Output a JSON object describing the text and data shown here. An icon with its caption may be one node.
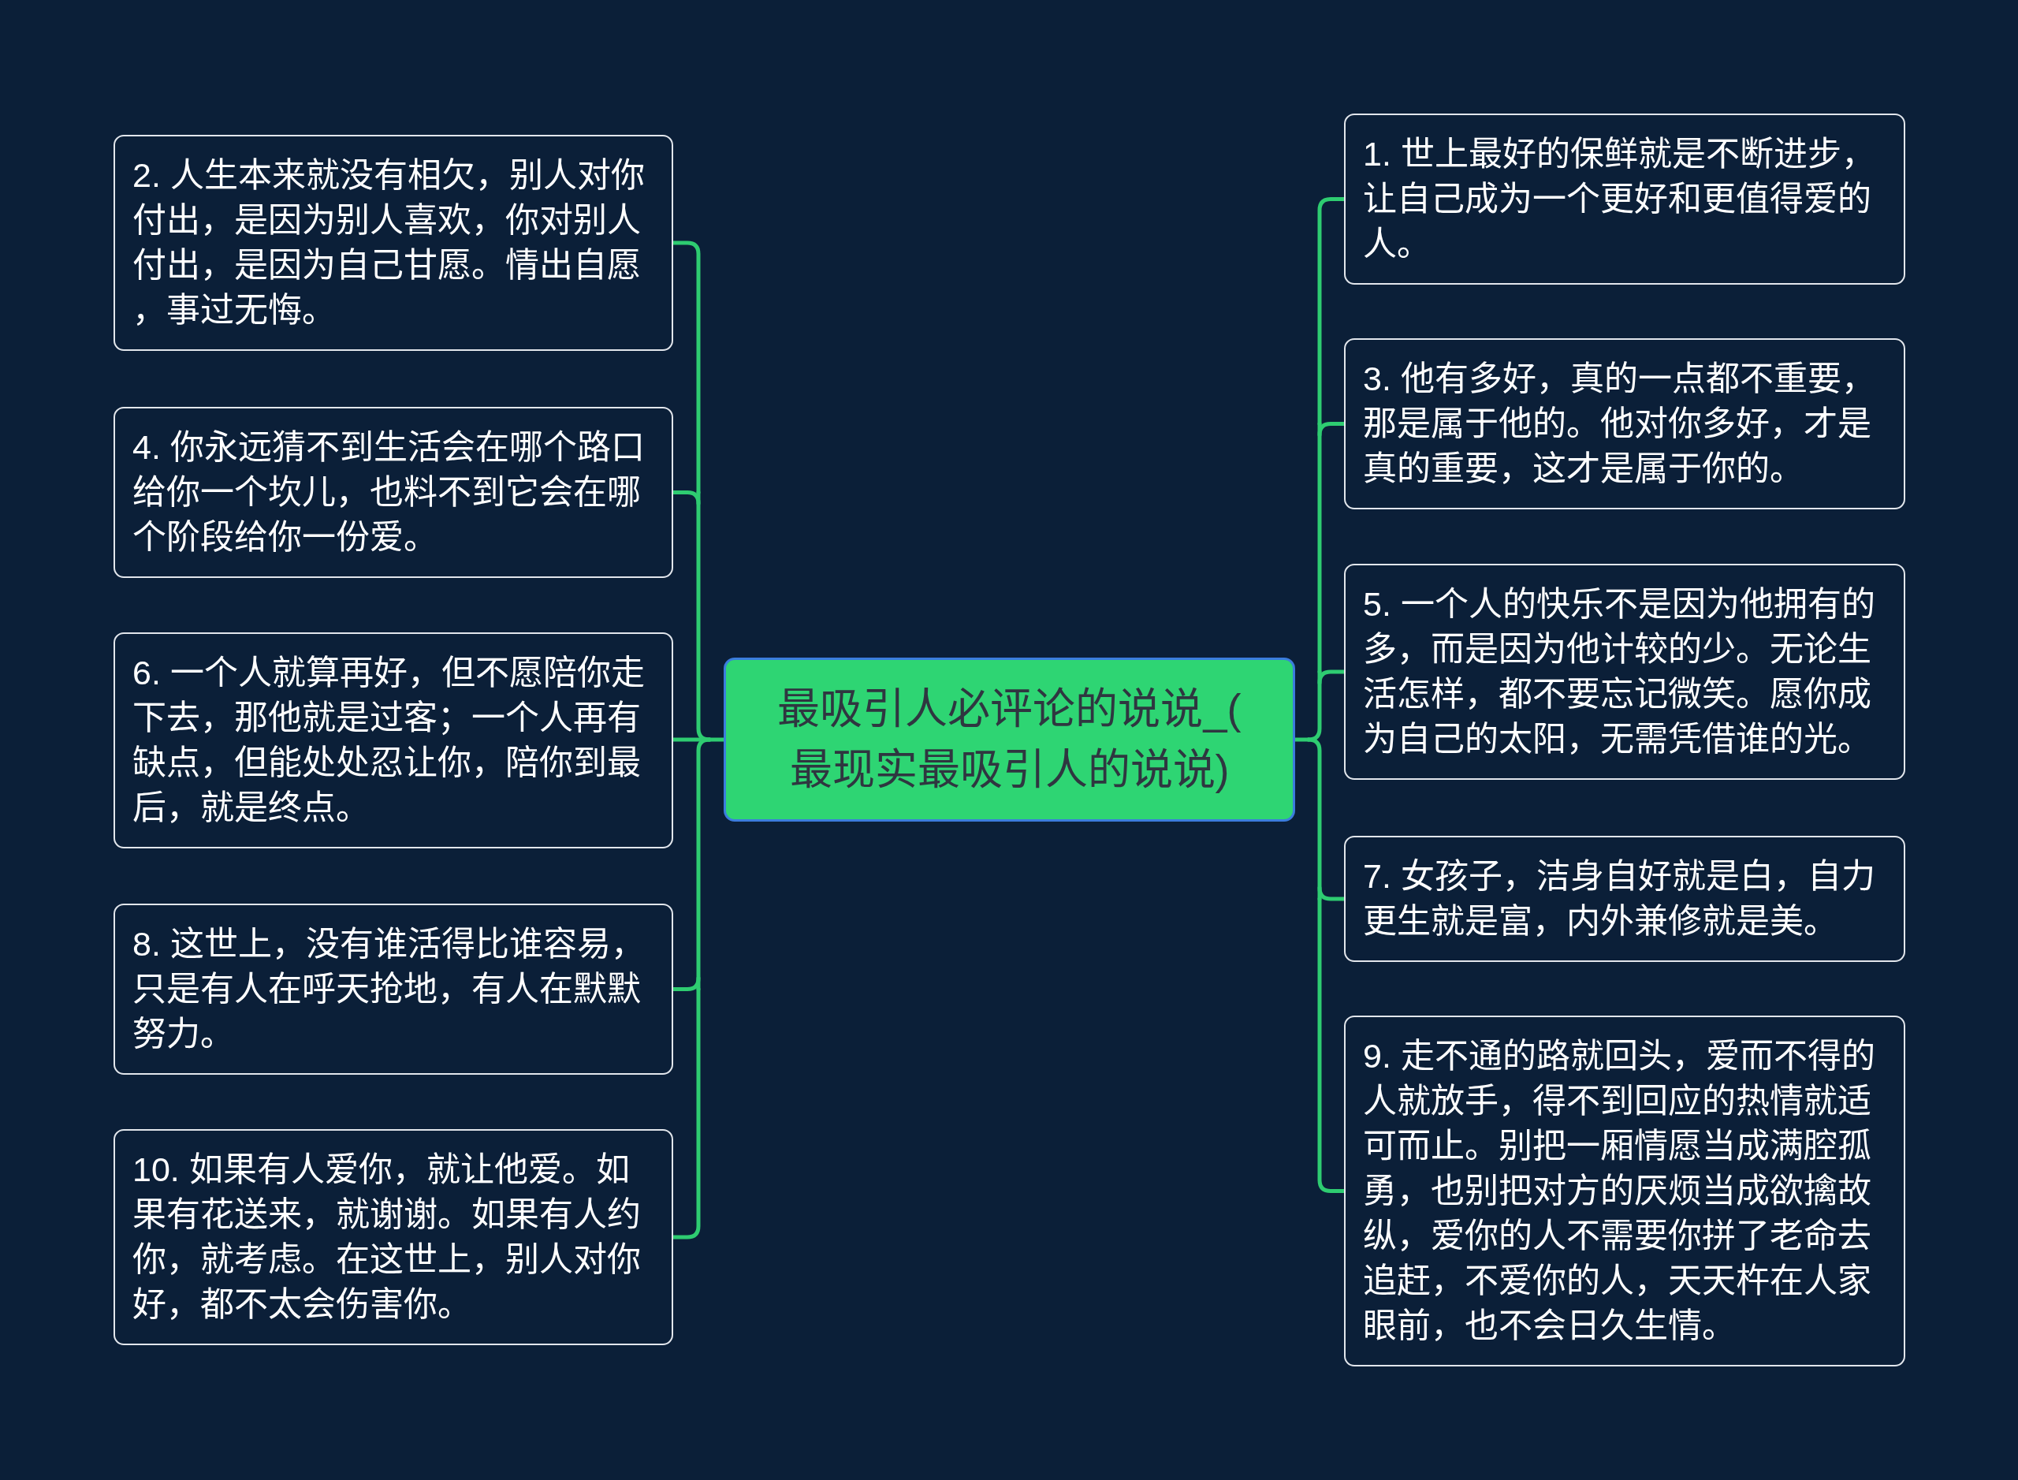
{
  "diagram": {
    "nodes": [
      {
        "text": [
          "最吸引人必评论的说说_(最现实最吸引人的说说)"
        ]
      },
      {
        "text": [
          "1. 世上最好的保鲜就是不断进步，让自己成为一个更好和更值得爱的人。"
        ]
      },
      {
        "text": [
          "2. 人生本来就没有相欠，别人对你付出，是因为别人喜欢，你对别人付出，是因为自己甘愿。情出自愿，事过无悔。"
        ]
      },
      {
        "text": [
          "3. 他有多好，真的一点都不重要，那是属于他的。他对你多好，才是真的重要，这才是属于你的。"
        ]
      },
      {
        "text": [
          "4. 你永远猜不到生活会在哪个路口给你一个坎儿，也料不到它会在哪个阶段给你一份爱。"
        ]
      },
      {
        "text": [
          "5. 一个人的快乐不是因为他拥有的多，而是因为他计较的少。无论生活怎样，都不要忘记微笑。愿你成为自己的太阳，无需凭借谁的光。"
        ]
      },
      {
        "text": [
          "6. 一个人就算再好，但不愿陪你走下去，那他就是过客；一个人再有缺点，但能处处忍让你，陪你到最后，就是终点。"
        ]
      },
      {
        "text": [
          "7. 女孩子，洁身自好就是白，自力更生就是富，内外兼修就是美。"
        ]
      },
      {
        "text": [
          "8. 这世上，没有谁活得比谁容易，只是有人在呼天抢地，有人在默默努力。"
        ]
      },
      {
        "text": [
          "9. 走不通的路就回头，爱而不得的人就放手，得不到回应的热情就适可而止。别把一厢情愿当成满腔孤勇，也别把对方的厌烦当成欲擒故纵，爱你的人不需要你拼了老命去追赶，不爱你的人，天天杵在人家眼前，也不会日久生情。"
        ]
      },
      {
        "text": [
          "10. 如果有人爱你，就让他爱。如果有花送来，就谢谢。如果有人约你，就考虑。在这世上，别人对你好，都不太会伤害你。"
        ]
      }
    ],
    "edges": [
      {
        "from": 0,
        "to": 1,
        "arrow": "none"
      },
      {
        "from": 0,
        "to": 2,
        "arrow": "none"
      },
      {
        "from": 0,
        "to": 3,
        "arrow": "none"
      },
      {
        "from": 0,
        "to": 4,
        "arrow": "none"
      },
      {
        "from": 0,
        "to": 5,
        "arrow": "none"
      },
      {
        "from": 0,
        "to": 6,
        "arrow": "none"
      },
      {
        "from": 0,
        "to": 7,
        "arrow": "none"
      },
      {
        "from": 0,
        "to": 8,
        "arrow": "none"
      },
      {
        "from": 0,
        "to": 9,
        "arrow": "none"
      },
      {
        "from": 0,
        "to": 10,
        "arrow": "none"
      }
    ]
  }
}
